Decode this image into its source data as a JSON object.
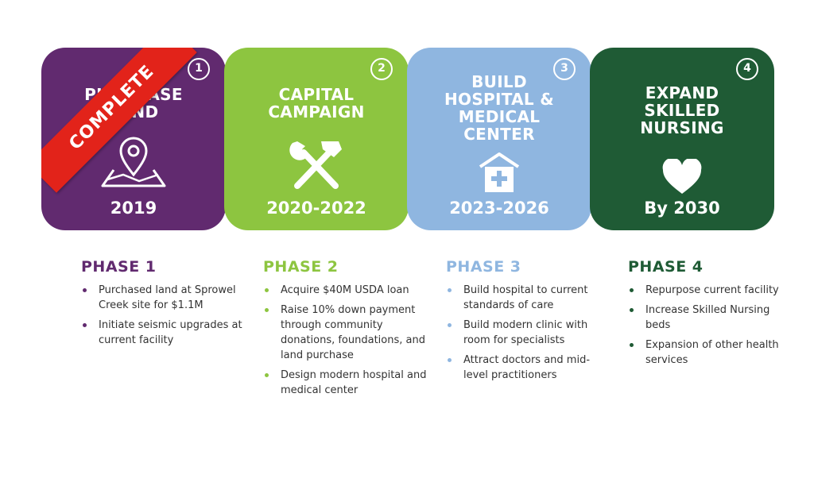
{
  "colors": {
    "purple": "#612a6f",
    "lime": "#8dc540",
    "blue": "#8fb6e0",
    "green": "#1f5b35",
    "red": "#e2231a"
  },
  "ribbon": {
    "label": "COMPLETE"
  },
  "cards": [
    {
      "number": "1",
      "title": "PURCHASE\nLAND",
      "icon": "map-pin-icon",
      "year": "2019"
    },
    {
      "number": "2",
      "title": "CAPITAL\nCAMPAIGN",
      "icon": "hammer-wrench-icon",
      "year": "2020-2022"
    },
    {
      "number": "3",
      "title": "BUILD\nHOSPITAL &\nMEDICAL\nCENTER",
      "icon": "hospital-icon",
      "year": "2023-2026"
    },
    {
      "number": "4",
      "title": "EXPAND\nSKILLED\nNURSING",
      "icon": "heart-icon",
      "year": "By 2030"
    }
  ],
  "phases": [
    {
      "title": "PHASE 1",
      "bullets": [
        "Purchased land at Sprowel Creek site for $1.1M",
        "Initiate seismic upgrades at current facility"
      ]
    },
    {
      "title": "PHASE 2",
      "bullets": [
        "Acquire $40M USDA loan",
        "Raise 10% down payment through community donations, foundations, and land purchase",
        "Design modern hospital and medical center"
      ]
    },
    {
      "title": "PHASE 3",
      "bullets": [
        "Build hospital to current standards of care",
        "Build modern clinic with room for specialists",
        "Attract doctors and mid-level practitioners"
      ]
    },
    {
      "title": "PHASE 4",
      "bullets": [
        "Repurpose current facility",
        "Increase Skilled Nursing beds",
        "Expansion of other health services"
      ]
    }
  ]
}
